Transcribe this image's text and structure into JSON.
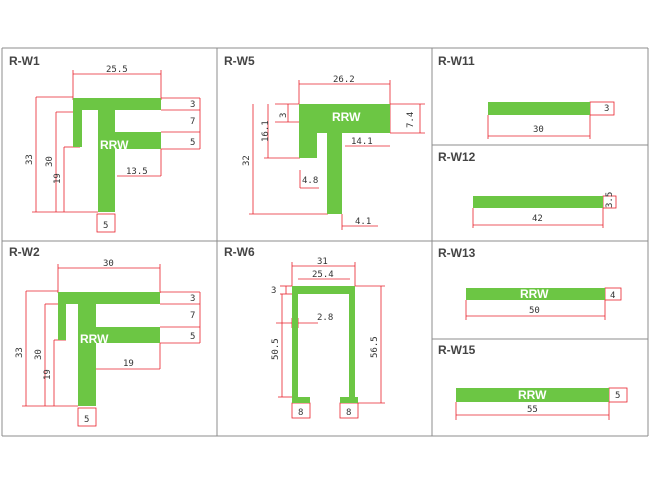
{
  "colors": {
    "profile": "#6cc644",
    "dimension": "#e8212b",
    "grid": "#8c8c8c",
    "brand_text": "#ffffff"
  },
  "cells": [
    {
      "id": "R-W1",
      "label": "R-W1",
      "brand": "RRW",
      "dims": [
        "25.5",
        "3",
        "7",
        "5",
        "33",
        "30",
        "19",
        "13.5",
        "5"
      ]
    },
    {
      "id": "R-W5",
      "label": "R-W5",
      "brand": "RRW",
      "dims": [
        "26.2",
        "7.4",
        "3",
        "16.1",
        "14.1",
        "32",
        "4.8",
        "4.1"
      ]
    },
    {
      "id": "R-W11",
      "label": "R-W11",
      "dims": [
        "3",
        "30"
      ]
    },
    {
      "id": "R-W12",
      "label": "R-W12",
      "dims": [
        "3.5",
        "42"
      ]
    },
    {
      "id": "R-W2",
      "label": "R-W2",
      "brand": "RRW",
      "dims": [
        "30",
        "3",
        "7",
        "5",
        "33",
        "30",
        "19",
        "19",
        "5"
      ]
    },
    {
      "id": "R-W6",
      "label": "R-W6",
      "dims": [
        "31",
        "25.4",
        "3",
        "2.8",
        "50.5",
        "56.5",
        "8",
        "8"
      ]
    },
    {
      "id": "R-W13",
      "label": "R-W13",
      "brand": "RRW",
      "dims": [
        "4",
        "50"
      ]
    },
    {
      "id": "R-W15",
      "label": "R-W15",
      "brand": "RRW",
      "dims": [
        "5",
        "55"
      ]
    }
  ]
}
